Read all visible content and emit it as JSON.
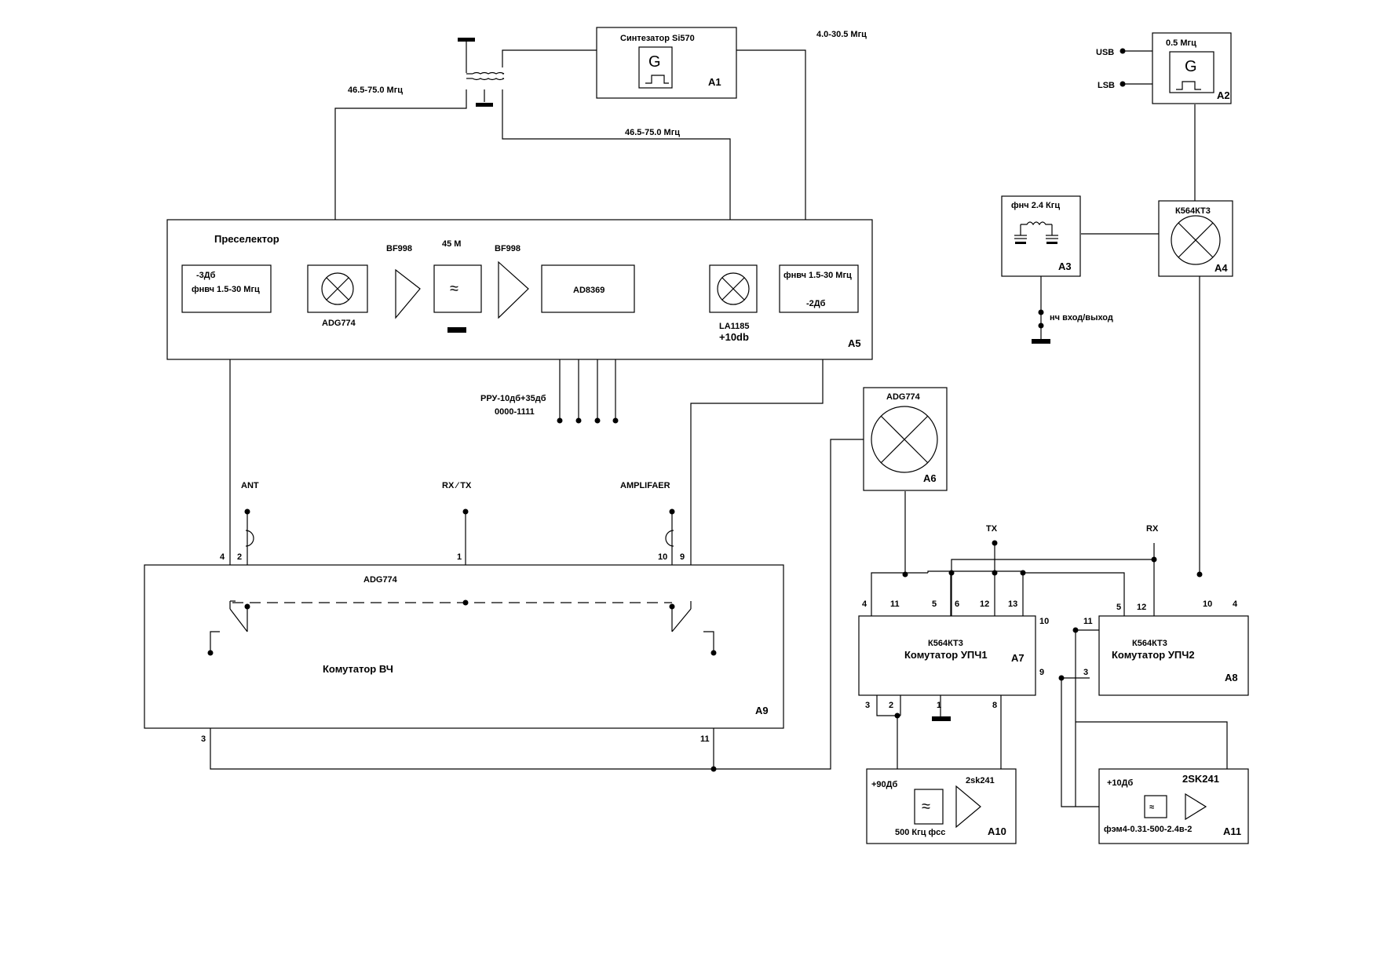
{
  "blocks": {
    "a1": {
      "title": "Синтезатор Si570",
      "glyph": "G",
      "ref": "A1"
    },
    "a2": {
      "title": "0.5 Мгц",
      "glyph": "G",
      "ref": "A2",
      "inputs": [
        "USB",
        "LSB"
      ]
    },
    "a3": {
      "title": "фнч 2.4 Кгц",
      "ref": "A3",
      "port": "нч вход/выход"
    },
    "a4": {
      "title": "К564КТ3",
      "ref": "A4"
    },
    "a5": {
      "title": "Преселектор",
      "ref": "A5",
      "filter_in": [
        "-3Дб",
        "фнвч 1.5-30 Мгц"
      ],
      "mixer_in": "ADG774",
      "amp1": "BF998",
      "filter_mid": "45 М",
      "amp2": "BF998",
      "agc": "AD8369",
      "mixer_out": [
        "LA1185",
        "+10db"
      ],
      "filter_out": [
        "фнвч 1.5-30 Мгц",
        "-2Дб"
      ]
    },
    "a6": {
      "title": "ADG774",
      "ref": "A6"
    },
    "a7": {
      "chip": "К564КТ3",
      "title": "Комутатор УПЧ1",
      "ref": "A7"
    },
    "a8": {
      "chip": "К564КТ3",
      "title": "Комутатор УПЧ2",
      "ref": "A8"
    },
    "a9": {
      "chip": "ADG774",
      "title": "Комутатор ВЧ",
      "ref": "A9"
    },
    "a10": {
      "gain": "+90Дб",
      "transistor": "2sk241",
      "filter": "500 Кгц  фсс",
      "ref": "A10"
    },
    "a11": {
      "gain": "+10Дб",
      "transistor": "2SK241",
      "filter": "фэм4-0.31-500-2.4в-2",
      "ref": "A11"
    }
  },
  "nets": {
    "lo_a1": "4.0-30.5 Мгц",
    "lo_left": "46.5-75.0 Мгц",
    "lo_right": "46.5-75.0 Мгц",
    "agc_ctrl": [
      "РРУ-10дб+35дб",
      "0000-1111"
    ]
  },
  "ports": {
    "ant": "ANT",
    "rxtx": "RX ⁄ TX",
    "amp": "AMPLIFAER",
    "tx": "TX",
    "rx": "RX"
  },
  "pins": {
    "a9": {
      "ant_out": "4",
      "ant_in": "2",
      "ctrl": "1",
      "amp_in": "10",
      "amp_out": "9",
      "left_low": "3",
      "right_low": "11"
    },
    "a7": {
      "p4": "4",
      "p11": "11",
      "p5": "5",
      "p6": "6",
      "p12": "12",
      "p13": "13",
      "p10": "10",
      "p3": "3",
      "p2": "2",
      "p1": "1",
      "p8": "8",
      "p9": "9"
    },
    "a8": {
      "p5": "5",
      "p12": "12",
      "p10": "10",
      "p4": "4",
      "p11": "11",
      "p3": "3"
    }
  }
}
